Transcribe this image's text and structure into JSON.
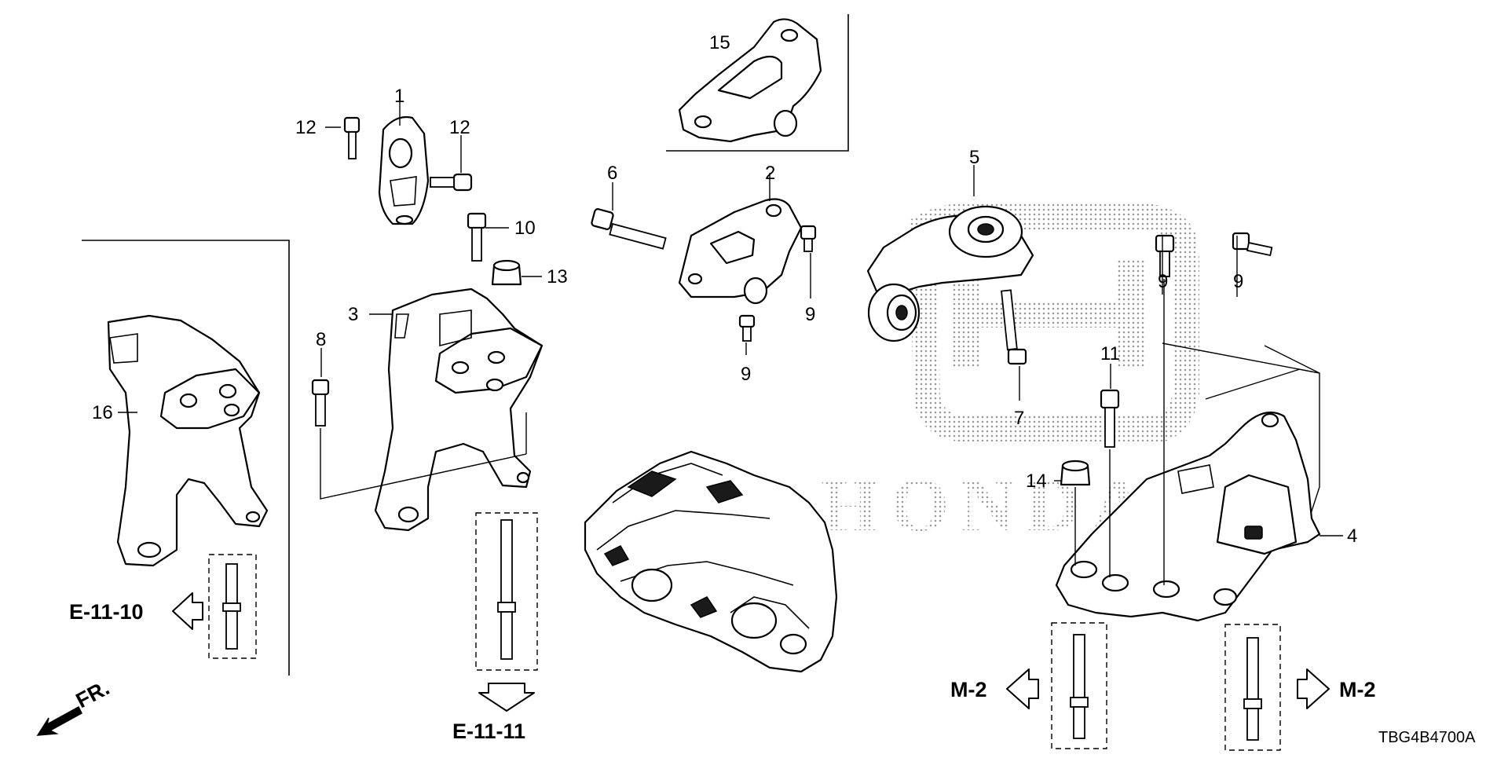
{
  "callouts": {
    "c1": "1",
    "c2": "2",
    "c3": "3",
    "c4": "4",
    "c5": "5",
    "c6": "6",
    "c7": "7",
    "c8": "8",
    "c9a": "9",
    "c9b": "9",
    "c9c": "9",
    "c9d": "9",
    "c10": "10",
    "c11": "11",
    "c12a": "12",
    "c12b": "12",
    "c13": "13",
    "c14": "14",
    "c15": "15",
    "c16": "16"
  },
  "refs": {
    "e1110": "E-11-10",
    "e1111": "E-11-11",
    "m2_left": "M-2",
    "m2_right": "M-2"
  },
  "front_label": "FR.",
  "diagram_code": "TBG4B4700A",
  "watermark_text": "HONDA",
  "watermark_color": "#b5b5b5"
}
